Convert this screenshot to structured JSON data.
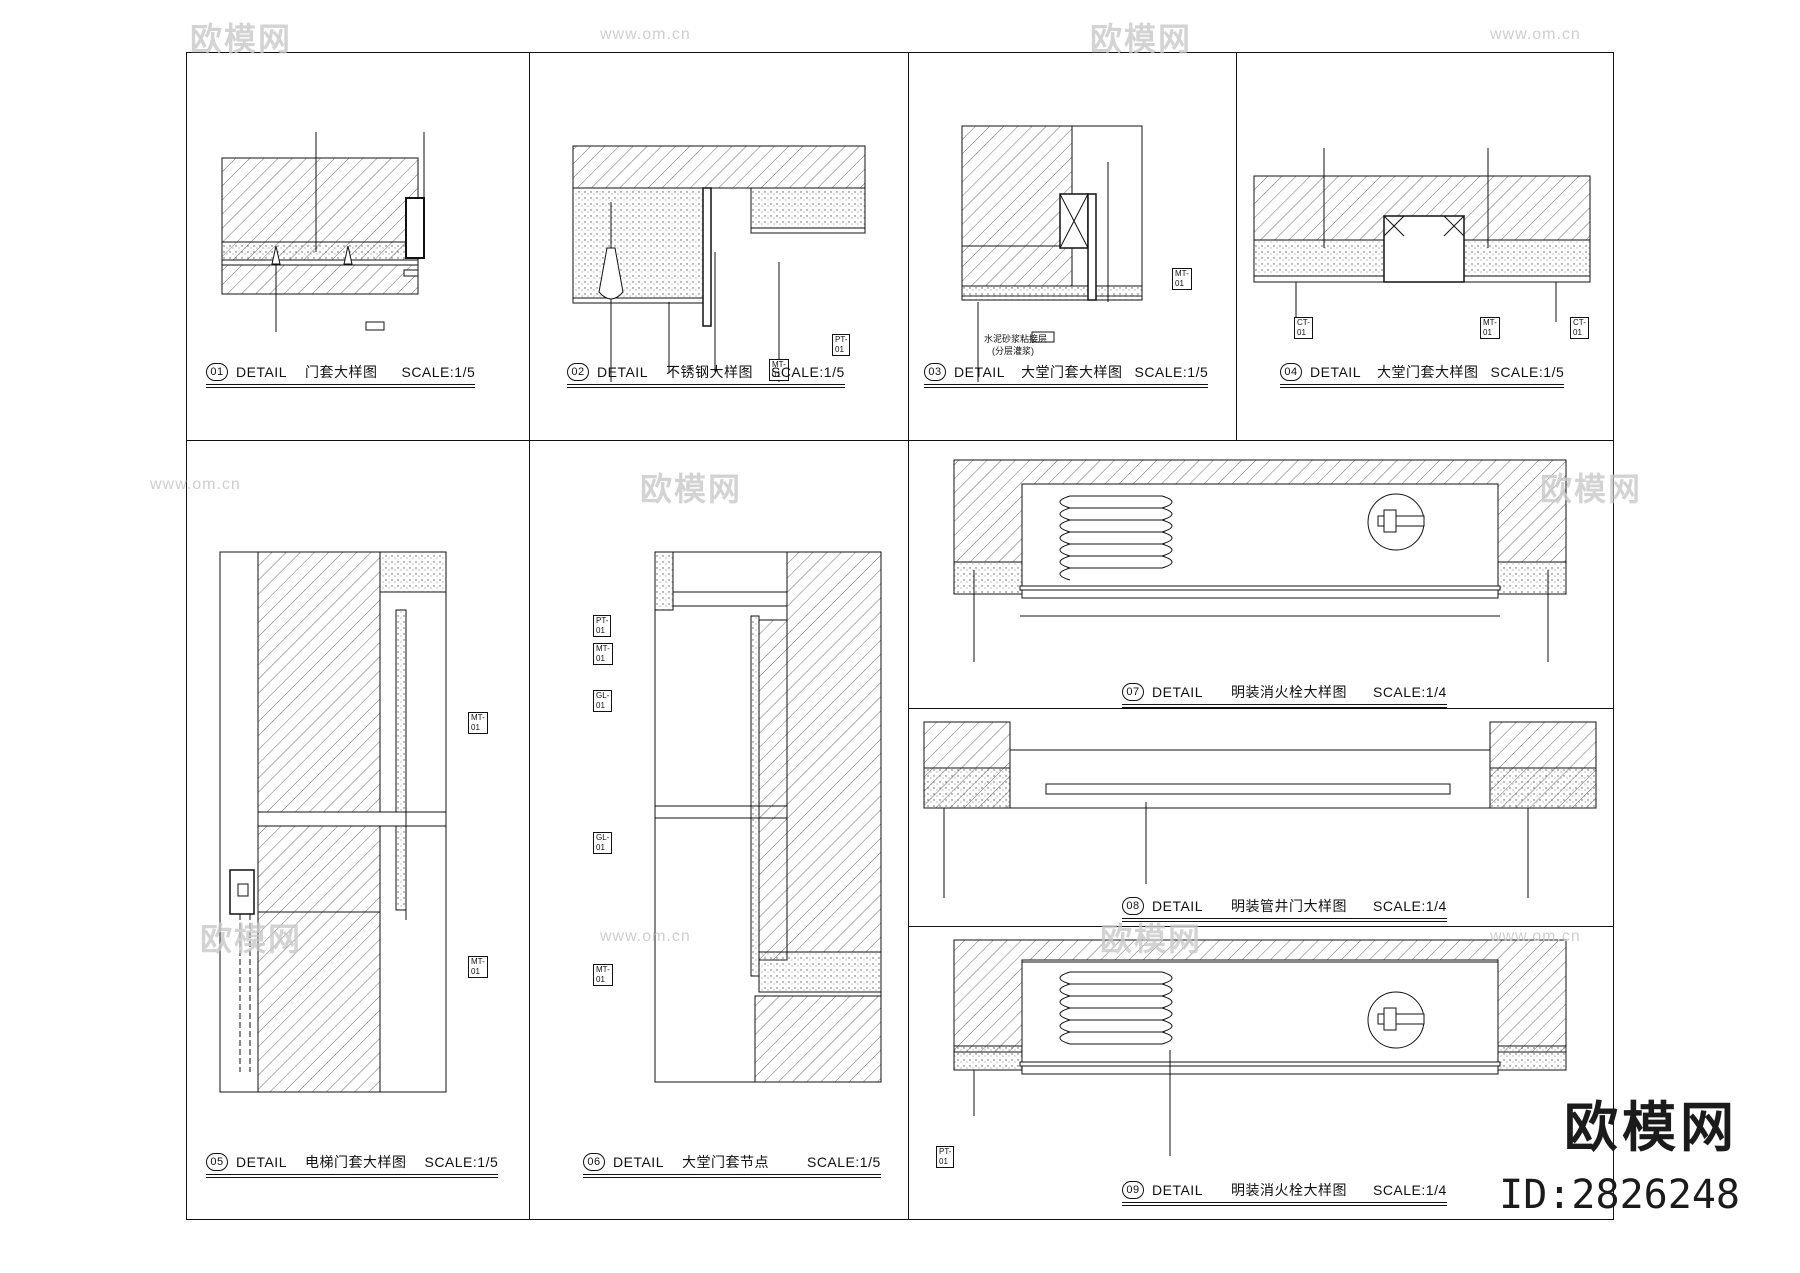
{
  "watermark": {
    "brand": "欧模网",
    "url": "www.om.cn"
  },
  "brand_mark": {
    "name": "欧模网",
    "id": "ID:2826248"
  },
  "details": [
    {
      "num": "01",
      "label": "DETAIL",
      "title": "门套大样图",
      "scale": "SCALE:1/5"
    },
    {
      "num": "02",
      "label": "DETAIL",
      "title": "不锈钢大样图",
      "scale": "SCALE:1/5"
    },
    {
      "num": "03",
      "label": "DETAIL",
      "title": "大堂门套大样图",
      "scale": "SCALE:1/5"
    },
    {
      "num": "04",
      "label": "DETAIL",
      "title": "大堂门套大样图",
      "scale": "SCALE:1/5"
    },
    {
      "num": "05",
      "label": "DETAIL",
      "title": "电梯门套大样图",
      "scale": "SCALE:1/5"
    },
    {
      "num": "06",
      "label": "DETAIL",
      "title": "大堂门套节点",
      "scale": "SCALE:1/5"
    },
    {
      "num": "07",
      "label": "DETAIL",
      "title": "明装消火栓大样图",
      "scale": "SCALE:1/4"
    },
    {
      "num": "08",
      "label": "DETAIL",
      "title": "明装管井门大样图",
      "scale": "SCALE:1/4"
    },
    {
      "num": "09",
      "label": "DETAIL",
      "title": "明装消火栓大样图",
      "scale": "SCALE:1/4"
    }
  ],
  "tags": {
    "mt01": "MT-01",
    "pt01": "PT-01",
    "ct01": "CT-01",
    "gl01": "GL-01"
  },
  "notes": {
    "d03_left": "水泥砂浆粘接层",
    "d03_left2": "(分层灌浆)"
  }
}
